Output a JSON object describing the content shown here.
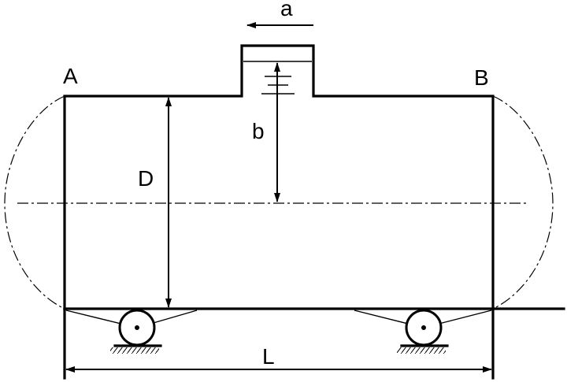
{
  "labels": {
    "corner_left": "A",
    "corner_right": "B",
    "arrow_top": "a",
    "vertical_distance": "b",
    "diameter": "D",
    "length": "L"
  },
  "colors": {
    "ink": "#000000",
    "background": "#ffffff"
  }
}
